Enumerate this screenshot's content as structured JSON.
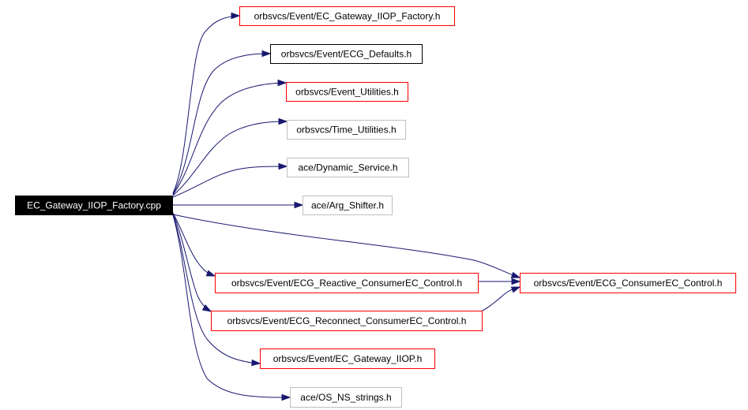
{
  "graph": {
    "root": {
      "label": "EC_Gateway_IIOP_Factory.cpp",
      "fill": "#000000",
      "text_color": "#ffffff"
    },
    "nodes": [
      {
        "id": "n1",
        "label": "orbsvcs/Event/EC_Gateway_IIOP_Factory.h",
        "border": "#ff0000"
      },
      {
        "id": "n2",
        "label": "orbsvcs/Event/ECG_Defaults.h",
        "border": "#000000"
      },
      {
        "id": "n3",
        "label": "orbsvcs/Event_Utilities.h",
        "border": "#ff0000"
      },
      {
        "id": "n4",
        "label": "orbsvcs/Time_Utilities.h",
        "border": "#bfbfbf"
      },
      {
        "id": "n5",
        "label": "ace/Dynamic_Service.h",
        "border": "#bfbfbf"
      },
      {
        "id": "n6",
        "label": "ace/Arg_Shifter.h",
        "border": "#bfbfbf"
      },
      {
        "id": "n7",
        "label": "orbsvcs/Event/ECG_ConsumerEC_Control.h",
        "border": "#ff0000"
      },
      {
        "id": "n8",
        "label": "orbsvcs/Event/ECG_Reactive_ConsumerEC_Control.h",
        "border": "#ff0000"
      },
      {
        "id": "n9",
        "label": "orbsvcs/Event/ECG_Reconnect_ConsumerEC_Control.h",
        "border": "#ff0000"
      },
      {
        "id": "n10",
        "label": "orbsvcs/Event/EC_Gateway_IIOP.h",
        "border": "#ff0000"
      },
      {
        "id": "n11",
        "label": "ace/OS_NS_strings.h",
        "border": "#bfbfbf"
      }
    ],
    "edges": [
      {
        "from": "root",
        "to": "n1"
      },
      {
        "from": "root",
        "to": "n2"
      },
      {
        "from": "root",
        "to": "n3"
      },
      {
        "from": "root",
        "to": "n4"
      },
      {
        "from": "root",
        "to": "n5"
      },
      {
        "from": "root",
        "to": "n6"
      },
      {
        "from": "root",
        "to": "n7"
      },
      {
        "from": "root",
        "to": "n8"
      },
      {
        "from": "root",
        "to": "n9"
      },
      {
        "from": "root",
        "to": "n10"
      },
      {
        "from": "root",
        "to": "n11"
      },
      {
        "from": "n8",
        "to": "n7"
      },
      {
        "from": "n9",
        "to": "n7"
      }
    ],
    "edge_color": "#191970"
  }
}
